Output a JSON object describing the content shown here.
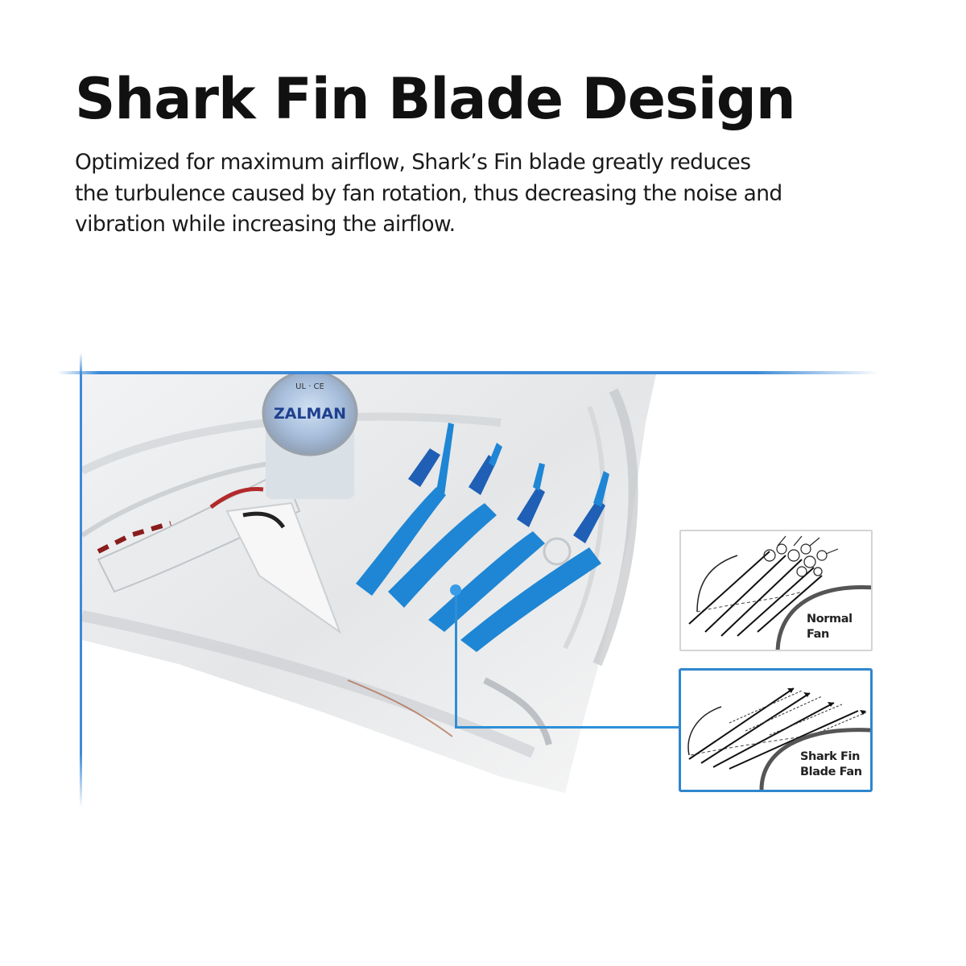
{
  "header": {
    "title": "Shark Fin Blade Design",
    "description_lines": [
      "Optimized for maximum airflow, Shark’s Fin blade greatly reduces",
      "the turbulence caused by fan rotation, thus decreasing the noise and",
      "vibration while increasing the airflow."
    ]
  },
  "product_photo": {
    "brand_label": "ZALMAN",
    "description": "Clear fan with blue shark-fin blade graphics",
    "accent_color": "#2e8fd6"
  },
  "comparison": {
    "normal": {
      "label_line1": "Normal",
      "label_line2": "Fan"
    },
    "shark": {
      "label_line1": "Shark Fin",
      "label_line2": "Blade Fan"
    }
  },
  "colors": {
    "accent_blue": "#3d8ad6",
    "box_border_blue": "#2f86cf",
    "box_border_gray": "#d4d4d4",
    "text": "#111111"
  }
}
